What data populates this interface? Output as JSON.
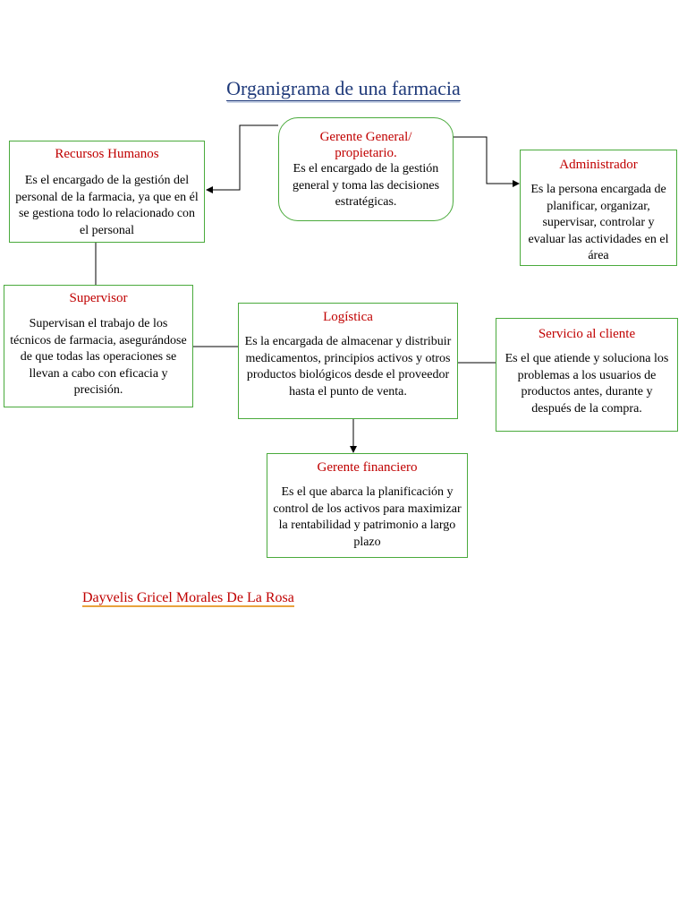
{
  "title": "Organigrama de una farmacia",
  "nodes": {
    "gerente_general": {
      "name": "Gerente General/ propietario.",
      "desc": "Es el encargado de la gestión general y toma las decisiones estratégicas."
    },
    "recursos_humanos": {
      "name": "Recursos Humanos",
      "desc": "Es el encargado de la gestión del personal de la farmacia, ya que en él se gestiona todo lo relacionado con el personal"
    },
    "administrador": {
      "name": "Administrador",
      "desc": "Es la persona encargada de planificar, organizar, supervisar, controlar y evaluar las actividades en el área"
    },
    "supervisor": {
      "name": "Supervisor",
      "desc": "Supervisan el trabajo de los técnicos de farmacia, asegurándose de que todas las operaciones se llevan a cabo con eficacia y precisión."
    },
    "logistica": {
      "name": "Logística",
      "desc": "Es la encargada de almacenar y distribuir medicamentos, principios activos y otros productos biológicos desde el proveedor hasta el punto de venta."
    },
    "servicio_cliente": {
      "name": "Servicio al cliente",
      "desc": "Es el que atiende y soluciona los problemas a los usuarios de productos antes, durante y después de la compra."
    },
    "gerente_financiero": {
      "name": "Gerente financiero",
      "desc": "Es el que abarca la planificación y control de los activos para maximizar la rentabilidad y patrimonio a largo plazo"
    }
  },
  "author": "Dayvelis Gricel Morales De La Rosa",
  "colors": {
    "title": "#1f3a7a",
    "node_name": "#c00000",
    "border": "#4aaa3c",
    "author_underline": "#e8a33d"
  }
}
